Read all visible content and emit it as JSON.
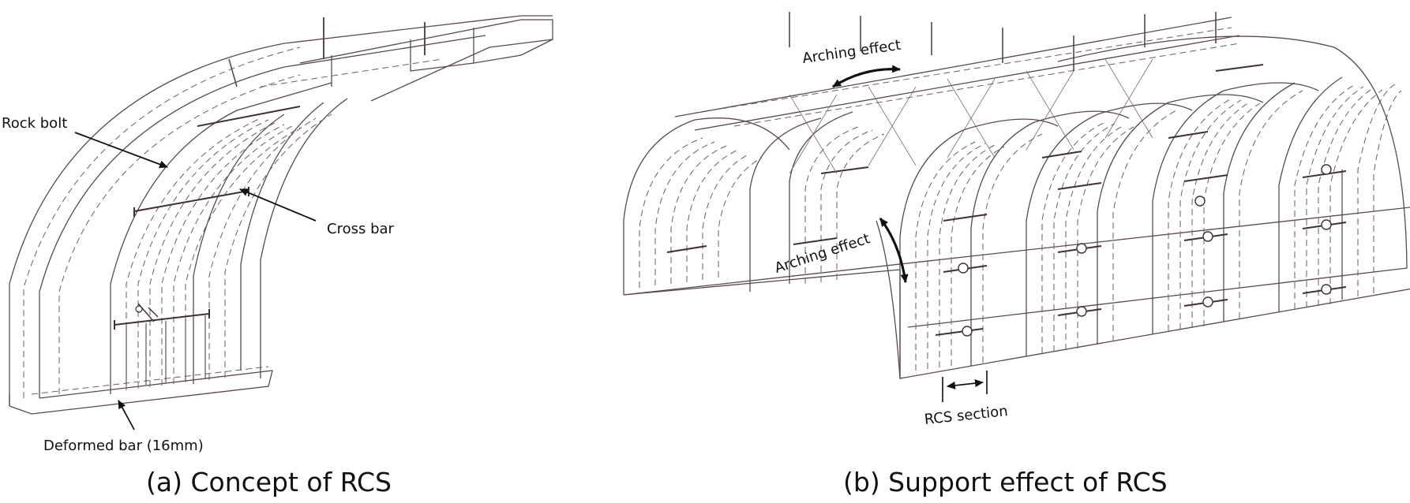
{
  "panel_a": {
    "labels": {
      "rock_bolt": "Rock bolt",
      "cross_bar": "Cross bar",
      "deformed_bar": "Deformed bar (16mm)"
    },
    "caption": "(a) Concept of RCS"
  },
  "panel_b": {
    "labels": {
      "arching_effect_top": "Arching effect",
      "arching_effect_mid": "Arching effect",
      "rcs_section": "RCS section"
    },
    "caption": "(b) Support effect of RCS"
  },
  "colors": {
    "line": "#5a4a4a",
    "dash": "#6d5e5e",
    "text": "#111111"
  }
}
